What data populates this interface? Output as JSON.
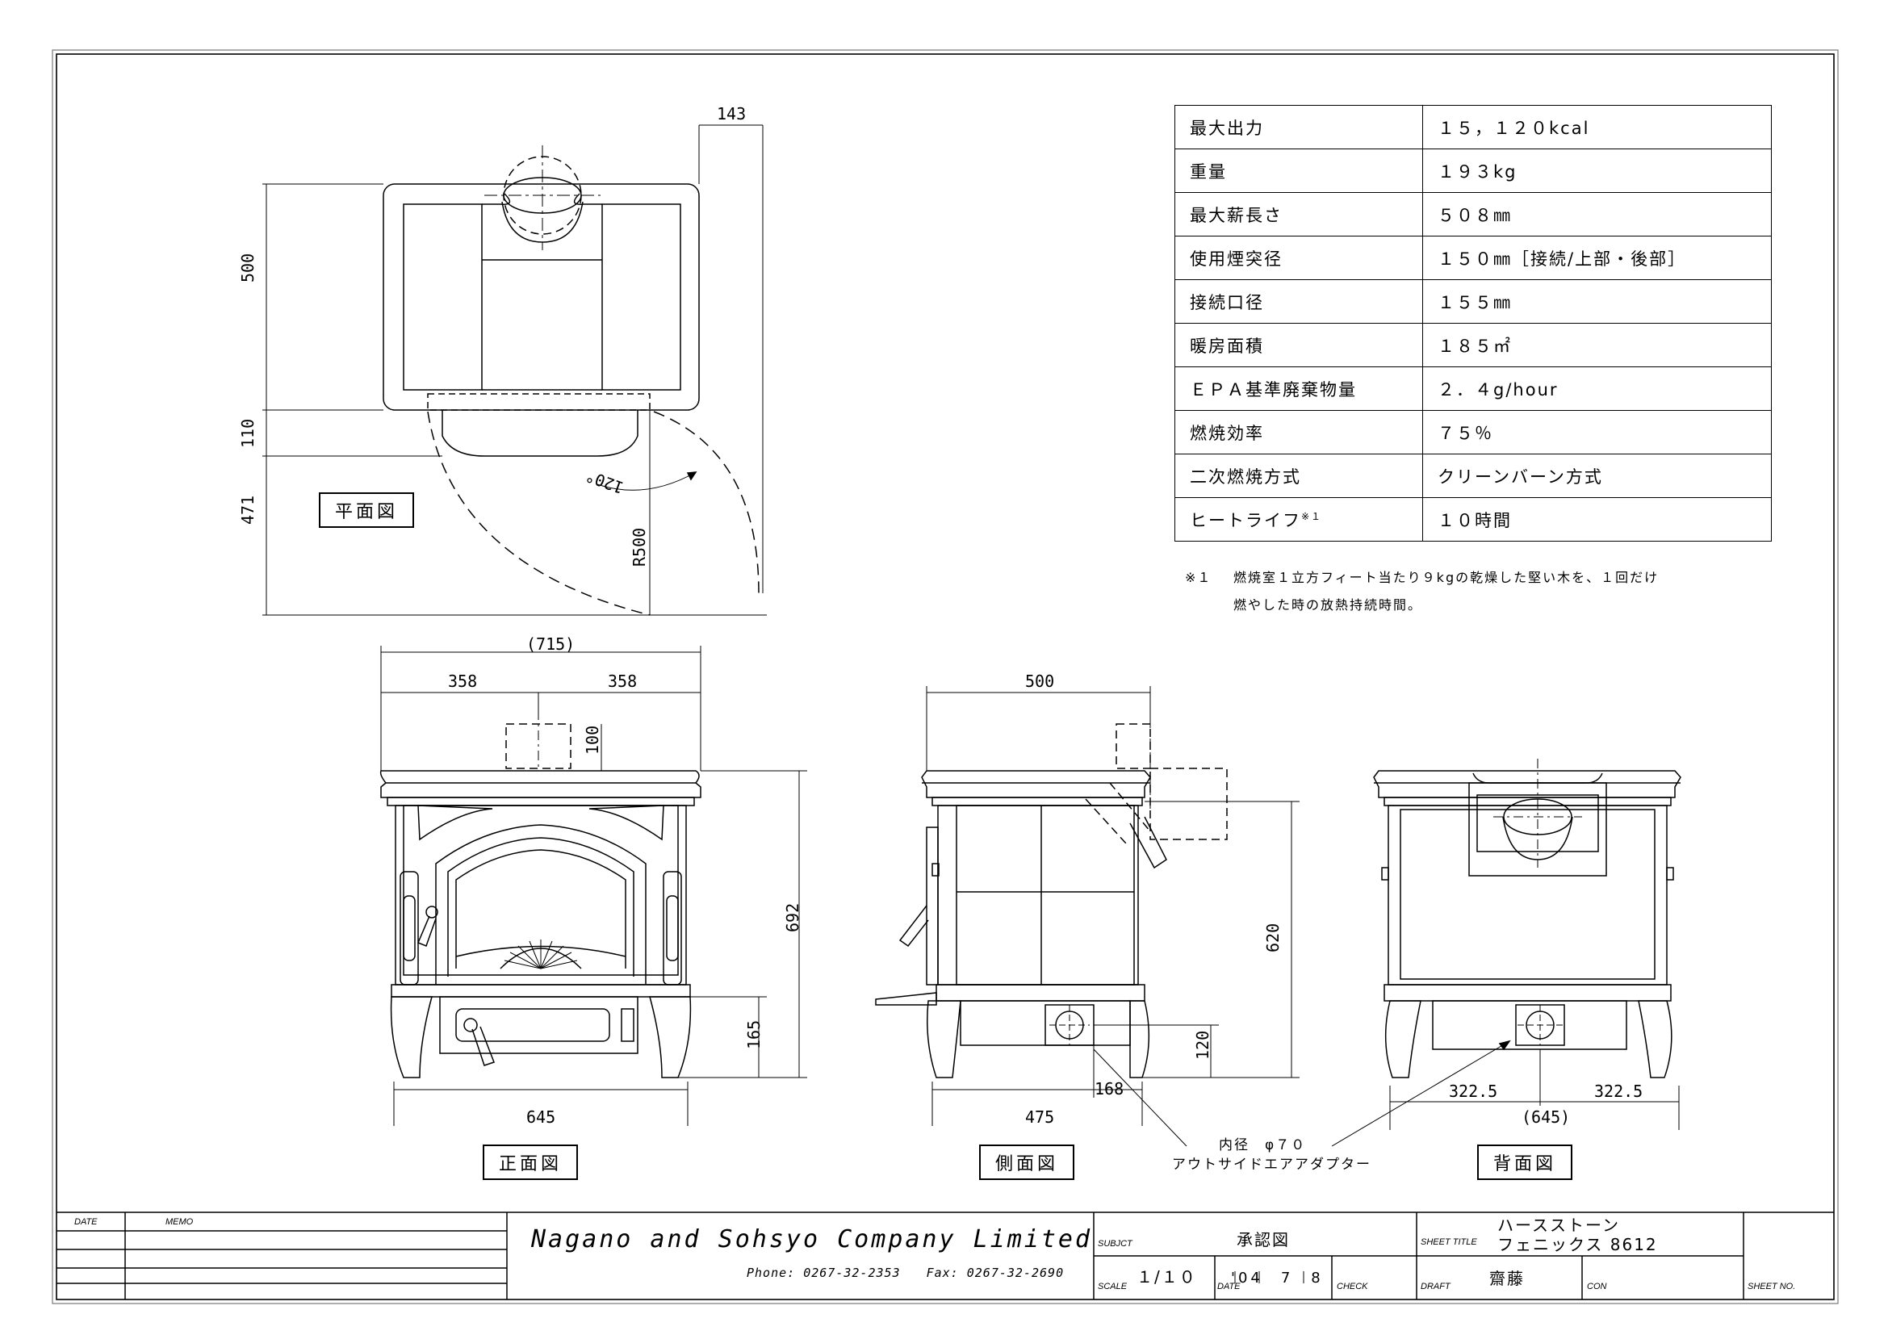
{
  "dims": {
    "plan_offset": "143",
    "plan_depth": "500",
    "plan_ash": "110",
    "plan_swing": "471",
    "radius": "R500",
    "angle": "120°",
    "front_total": "(715)",
    "front_half_l": "358",
    "front_half_r": "358",
    "front_flue": "100",
    "front_height": "692",
    "front_drawer": "165",
    "front_base": "645",
    "side_depth": "500",
    "side_height": "620",
    "side_base": "475",
    "side_air_h": "120",
    "side_air_x": "168",
    "rear_half_l": "322.5",
    "rear_half_r": "322.5",
    "rear_total": "(645)"
  },
  "views": {
    "plan": "平面図",
    "front": "正面図",
    "side": "側面図",
    "rear": "背面図"
  },
  "callout": {
    "line1": "内径　φ７０",
    "line2": "アウトサイドエアアダプター"
  },
  "spec": [
    {
      "key": "最大出力",
      "value": "１５，１２０kcal"
    },
    {
      "key": "重量",
      "value": "１９３kg"
    },
    {
      "key": "最大薪長さ",
      "value": "５０８㎜"
    },
    {
      "key": "使用煙突径",
      "value": "１５０㎜［接続/上部・後部］"
    },
    {
      "key": "接続口径",
      "value": "１５５㎜"
    },
    {
      "key": "暖房面積",
      "value": "１８５㎡"
    },
    {
      "key": "ＥＰＡ基準廃棄物量",
      "value": "２．４g/hour"
    },
    {
      "key": "燃焼効率",
      "value": "７５％"
    },
    {
      "key": "二次燃焼方式",
      "value": "クリーンバーン方式"
    },
    {
      "key": "ヒートライフ",
      "value": "１０時間"
    }
  ],
  "spec_mark": "※１",
  "notes": {
    "mark": "※１",
    "line1": "燃焼室１立方フィート当たり９kgの乾燥した堅い木を、１回だけ",
    "line2": "燃やした時の放熱持続時間。"
  },
  "titleblock": {
    "date_label": "DATE",
    "memo_label": "MEMO",
    "company": "Nagano and Sohsyo Company Limited",
    "phone": "Phone: 0267-32-2353　　Fax: 0267-32-2690",
    "subject_label": "SUBJCT",
    "subject": "承認図",
    "sheet_title_label": "SHEET TITLE",
    "title_line1": "ハースストーン",
    "title_line2": "フェニックス 8612",
    "scale_label": "SCALE",
    "scale": "１/１０",
    "date2_label": "DATE",
    "date_value": "'04　7　8",
    "check_label": "CHECK",
    "draft_label": "DRAFT",
    "draft": "齋藤",
    "con_label": "CON",
    "sheet_no_label": "SHEET NO."
  }
}
